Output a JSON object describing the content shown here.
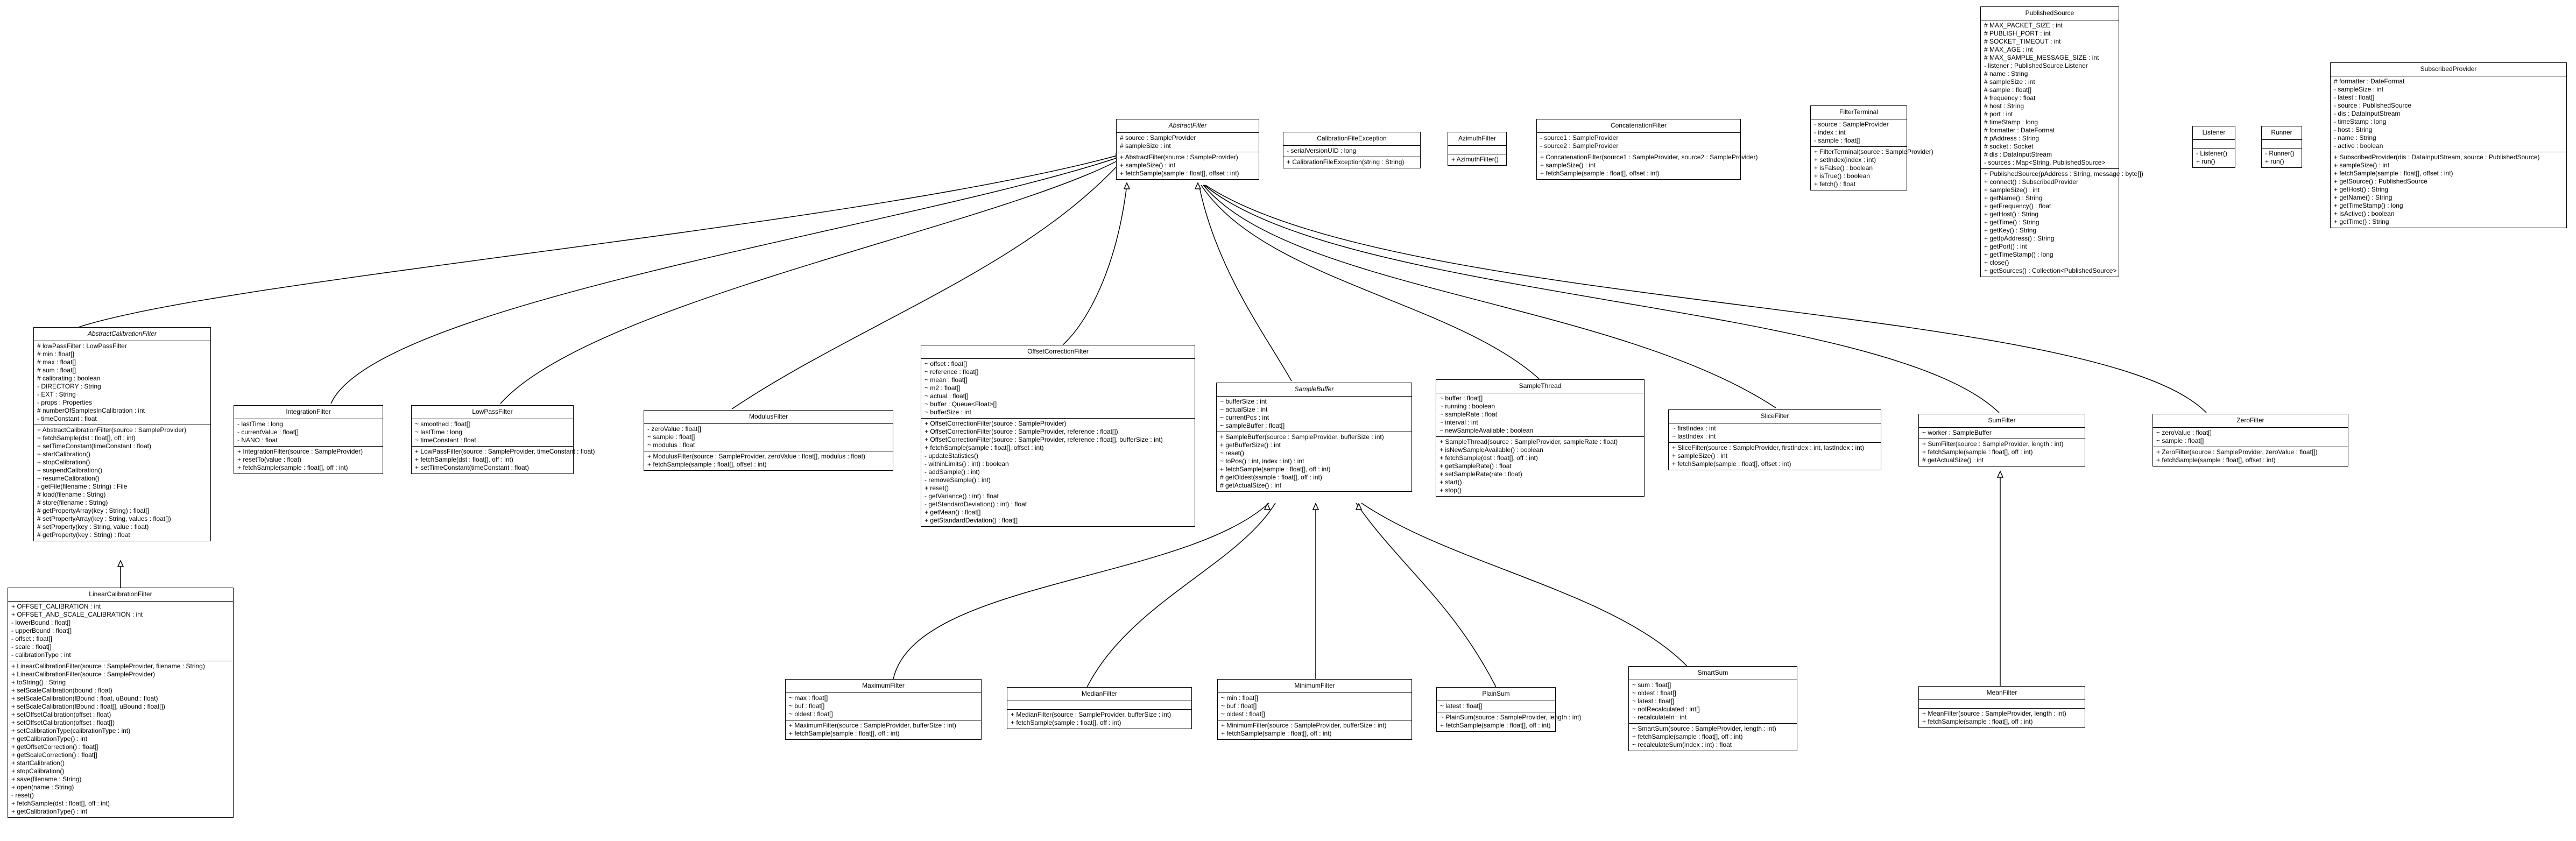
{
  "classes": {
    "AbstractFilter": {
      "name": "AbstractFilter",
      "abstract": true,
      "fields": [
        "# source : SampleProvider",
        "# sampleSize : int"
      ],
      "methods": [
        "+ AbstractFilter(source : SampleProvider)",
        "+ sampleSize() : int",
        "+ fetchSample(sample : float[], offset : int)"
      ]
    },
    "CalibrationFileException": {
      "name": "CalibrationFileException",
      "fields": [
        "- serialVersionUID : long"
      ],
      "methods": [
        "+ CalibrationFileException(string : String)"
      ]
    },
    "AzimuthFilter": {
      "name": "AzimuthFilter",
      "fields": [],
      "methods": [
        "+ AzimuthFilter()"
      ]
    },
    "ConcatenationFilter": {
      "name": "ConcatenationFilter",
      "fields": [
        "- source1 : SampleProvider",
        "- source2 : SampleProvider"
      ],
      "methods": [
        "+ ConcatenationFilter(source1 : SampleProvider, source2 : SampleProvider)",
        "+ sampleSize() : int",
        "+ fetchSample(sample : float[], offset : int)"
      ]
    },
    "FilterTerminal": {
      "name": "FilterTerminal",
      "fields": [
        "- source : SampleProvider",
        "- index : int",
        "- sample : float[]"
      ],
      "methods": [
        "+ FilterTerminal(source : SampleProvider)",
        "+ setIndex(index : int)",
        "+ isFalse() : boolean",
        "+ isTrue() : boolean",
        "+ fetch() : float"
      ]
    },
    "PublishedSource": {
      "name": "PublishedSource",
      "fields": [
        "# MAX_PACKET_SIZE : int",
        "# PUBLISH_PORT : int",
        "# SOCKET_TIMEOUT : int",
        "# MAX_AGE : int",
        "# MAX_SAMPLE_MESSAGE_SIZE : int",
        "- listener : PublishedSource.Listener",
        "# name : String",
        "# sampleSize : int",
        "# sample : float[]",
        "# frequency : float",
        "# host : String",
        "# port : int",
        "# timeStamp : long",
        "# formatter : DateFormat",
        "# pAddress : String",
        "# socket : Socket",
        "# dis : DataInputStream",
        "- sources : Map<String, PublishedSource>"
      ],
      "methods": [
        "+ PublishedSource(pAddress : String, message : byte[])",
        "+ connect() : SubscribedProvider",
        "+ sampleSize() : int",
        "+ getName() : String",
        "+ getFrequency() : float",
        "+ getHost() : String",
        "+ getTime() : String",
        "+ getKey() : String",
        "+ getIpAddress() : String",
        "+ getPort() : int",
        "+ getTimeStamp() : long",
        "+ close()",
        "+ getSources() : Collection<PublishedSource>"
      ]
    },
    "Listener": {
      "name": "Listener",
      "fields": [],
      "methods": [
        "- Listener()",
        "+ run()"
      ]
    },
    "Runner": {
      "name": "Runner",
      "fields": [],
      "methods": [
        "- Runner()",
        "+ run()"
      ]
    },
    "SubscribedProvider": {
      "name": "SubscribedProvider",
      "fields": [
        "# formatter : DateFormat",
        "- sampleSize : int",
        "- latest : float[]",
        "- source : PublishedSource",
        "- dis : DataInputStream",
        "- timeStamp : long",
        "- host : String",
        "- name : String",
        "- active : boolean"
      ],
      "methods": [
        "+ SubscribedProvider(dis : DataInputStream, source : PublishedSource)",
        "+ sampleSize() : int",
        "+ fetchSample(sample : float[], offset : int)",
        "+ getSource() : PublishedSource",
        "+ getHost() : String",
        "+ getName() : String",
        "+ getTimeStamp() : long",
        "+ isActive() : boolean",
        "+ getTime() : String"
      ]
    },
    "AbstractCalibrationFilter": {
      "name": "AbstractCalibrationFilter",
      "abstract": true,
      "fields": [
        "# lowPassFilter : LowPassFilter",
        "# min : float[]",
        "# max : float[]",
        "# sum : float[]",
        "# calibrating : boolean",
        "- DIRECTORY : String",
        "- EXT : String",
        "- props : Properties",
        "# numberOfSamplesInCalibration : int",
        "- timeConstant : float"
      ],
      "methods": [
        "+ AbstractCalibrationFilter(source : SampleProvider)",
        "+ fetchSample(dst : float[], off : int)",
        "+ setTimeConstant(timeConstant : float)",
        "+ startCalibration()",
        "+ stopCalibration()",
        "+ suspendCalibration()",
        "+ resumeCalibration()",
        "- getFile(filename : String) : File",
        "# load(filename : String)",
        "# store(filename : String)",
        "# getPropertyArray(key : String) : float[]",
        "# setPropertyArray(key : String, values : float[])",
        "# setProperty(key : String, value : float)",
        "# getProperty(key : String) : float"
      ]
    },
    "LinearCalibrationFilter": {
      "name": "LinearCalibrationFilter",
      "fields": [
        "+ OFFSET_CALIBRATION : int",
        "+ OFFSET_AND_SCALE_CALIBRATION : int",
        "- lowerBound : float[]",
        "- upperBound : float[]",
        "- offset : float[]",
        "- scale : float[]",
        "- calibrationType : int"
      ],
      "methods": [
        "+ LinearCalibrationFilter(source : SampleProvider, filename : String)",
        "+ LinearCalibrationFilter(source : SampleProvider)",
        "+ toString() : String",
        "+ setScaleCalibration(bound : float)",
        "+ setScaleCalibration(lBound : float, uBound : float)",
        "+ setScaleCalibration(lBound : float[], uBound : float[])",
        "+ setOffsetCalibration(offset : float)",
        "+ setOffsetCalibration(offset : float[])",
        "+ setCalibrationType(calibrationType : int)",
        "+ getCalibrationType() : int",
        "+ getOffsetCorrection() : float[]",
        "+ getScaleCorrection() : float[]",
        "+ startCalibration()",
        "+ stopCalibration()",
        "+ save(filename : String)",
        "+ open(name : String)",
        "- reset()",
        "+ fetchSample(dst : float[], off : int)",
        "+ getCalibrationType() : int"
      ]
    },
    "IntegrationFilter": {
      "name": "IntegrationFilter",
      "fields": [
        "- lastTime : long",
        "- currentValue : float[]",
        "- NANO : float"
      ],
      "methods": [
        "+ IntegrationFilter(source : SampleProvider)",
        "+ resetTo(value : float)",
        "+ fetchSample(sample : float[], off : int)"
      ]
    },
    "LowPassFilter": {
      "name": "LowPassFilter",
      "fields": [
        "~ smoothed : float[]",
        "~ lastTime : long",
        "~ timeConstant : float"
      ],
      "methods": [
        "+ LowPassFilter(source : SampleProvider, timeConstant : float)",
        "+ fetchSample(dst : float[], off : int)",
        "+ setTimeConstant(timeConstant : float)"
      ]
    },
    "ModulusFilter": {
      "name": "ModulusFilter",
      "fields": [
        "- zeroValue : float[]",
        "~ sample : float[]",
        "~ modulus : float"
      ],
      "methods": [
        "+ ModulusFilter(source : SampleProvider, zeroValue : float[], modulus : float)",
        "+ fetchSample(sample : float[], offset : int)"
      ]
    },
    "OffsetCorrectionFilter": {
      "name": "OffsetCorrectionFilter",
      "fields": [
        "~ offset : float[]",
        "~ reference : float[]",
        "~ mean : float[]",
        "~ m2 : float[]",
        "~ actual : float[]",
        "~ buffer : Queue<Float>[]",
        "~ bufferSize : int"
      ],
      "methods": [
        "+ OffsetCorrectionFilter(source : SampleProvider)",
        "+ OffsetCorrectionFilter(source : SampleProvider, reference : float[])",
        "+ OffsetCorrectionFilter(source : SampleProvider, reference : float[], bufferSize : int)",
        "+ fetchSample(sample : float[], offset : int)",
        "- updateStatistics()",
        "- withinLimits() : int) : boolean",
        "- addSample() : int)",
        "- removeSample() : int)",
        "+ reset()",
        "- getVariance() : int) : float",
        "- getStandardDeviation() : int) : float",
        "+ getMean() : float[]",
        "+ getStandardDeviation() : float[]"
      ]
    },
    "SampleBuffer": {
      "name": "SampleBuffer",
      "abstract": true,
      "fields": [
        "~ bufferSize : int",
        "~ actualSize : int",
        "~ currentPos : int",
        "~ sampleBuffer : float[]"
      ],
      "methods": [
        "+ SampleBuffer(source : SampleProvider, bufferSize : int)",
        "+ getBufferSize() : int",
        "~ reset()",
        "~ toPos() : int, index : int) : int",
        "+ fetchSample(sample : float[], off : int)",
        "# getOldest(sample : float[], off : int)",
        "# getActualSize() : int"
      ]
    },
    "SampleThread": {
      "name": "SampleThread",
      "fields": [
        "~ buffer : float[]",
        "~ running : boolean",
        "~ sampleRate : float",
        "~ interval : int",
        "~ newSampleAvailable : boolean"
      ],
      "methods": [
        "+ SampleThread(source : SampleProvider, sampleRate : float)",
        "+ isNewSampleAvailable() : boolean",
        "+ fetchSample(dst : float[], off : int)",
        "+ getSampleRate() : float",
        "+ setSampleRate(rate : float)",
        "+ start()",
        "+ stop()"
      ]
    },
    "SliceFilter": {
      "name": "SliceFilter",
      "fields": [
        "~ firstIndex : int",
        "~ lastIndex : int"
      ],
      "methods": [
        "+ SliceFilter(source : SampleProvider, firstIndex : int, lastIndex : int)",
        "+ sampleSize() : int",
        "+ fetchSample(sample : float[], offset : int)"
      ]
    },
    "SumFilter": {
      "name": "SumFilter",
      "fields": [
        "~ worker : SampleBuffer"
      ],
      "methods": [
        "+ SumFilter(source : SampleProvider, length : int)",
        "+ fetchSample(sample : float[], off : int)",
        "# getActualSize() : int"
      ]
    },
    "ZeroFilter": {
      "name": "ZeroFilter",
      "fields": [
        "~ zeroValue : float[]",
        "~ sample : float[]"
      ],
      "methods": [
        "+ ZeroFilter(source : SampleProvider, zeroValue : float[])",
        "+ fetchSample(sample : float[], offset : int)"
      ]
    },
    "MaximumFilter": {
      "name": "MaximumFilter",
      "fields": [
        "~ max : float[]",
        "~ buf : float[]",
        "~ oldest : float[]"
      ],
      "methods": [
        "+ MaximumFilter(source : SampleProvider, bufferSize : int)",
        "+ fetchSample(sample : float[], off : int)"
      ]
    },
    "MedianFilter": {
      "name": "MedianFilter",
      "fields": [],
      "methods": [
        "+ MedianFilter(source : SampleProvider, bufferSize : int)",
        "+ fetchSample(sample : float[], off : int)"
      ]
    },
    "MinimumFilter": {
      "name": "MinimumFilter",
      "fields": [
        "~ min : float[]",
        "~ buf : float[]",
        "~ oldest : float[]"
      ],
      "methods": [
        "+ MinimumFilter(source : SampleProvider, bufferSize : int)",
        "+ fetchSample(sample : float[], off : int)"
      ]
    },
    "PlainSum": {
      "name": "PlainSum",
      "fields": [
        "~ latest : float[]"
      ],
      "methods": [
        "~ PlainSum(source : SampleProvider, length : int)",
        "+ fetchSample(sample : float[], off : int)"
      ]
    },
    "SmartSum": {
      "name": "SmartSum",
      "fields": [
        "~ sum : float[]",
        "~ oldest : float[]",
        "~ latest : float[]",
        "~ notRecalculated : int[]",
        "~ recalculateIn : int"
      ],
      "methods": [
        "~ SmartSum(source : SampleProvider, length : int)",
        "+ fetchSample(sample : float[], off : int)",
        "~ recalculateSum(index : int) : float"
      ]
    },
    "MeanFilter": {
      "name": "MeanFilter",
      "fields": [],
      "methods": [
        "+ MeanFilter(source : SampleProvider, length : int)",
        "+ fetchSample(sample : float[], off : int)"
      ]
    }
  }
}
